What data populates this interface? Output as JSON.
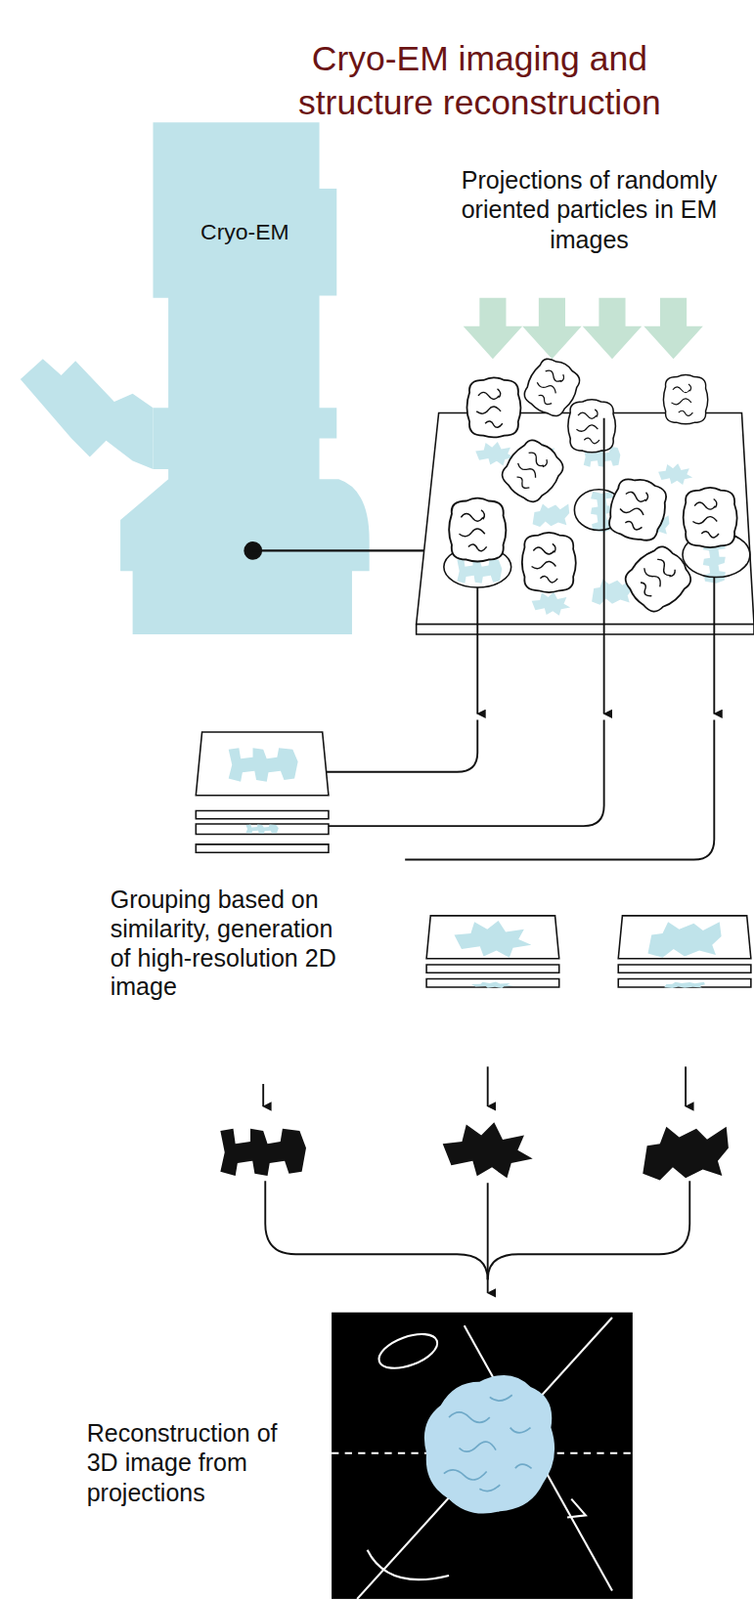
{
  "diagram": {
    "title": "Cryo-EM imaging and structure reconstruction",
    "nodes": [
      {
        "text": [
          "Cryo-EM"
        ]
      }
    ],
    "labels": [
      "Projections of randomly oriented particles in EM images",
      "Grouping based on similarity, generation of high-resolution 2D image",
      "Reconstruction of 3D image from projections"
    ]
  }
}
